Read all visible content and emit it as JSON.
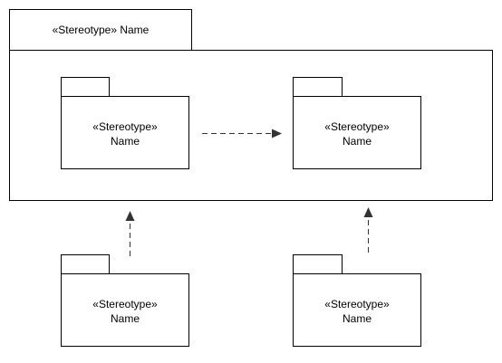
{
  "diagram": {
    "type": "UML package diagram",
    "colors": {
      "line": "#000000",
      "fill": "#ffffff",
      "arrow": "#333333"
    },
    "container": {
      "stereotype": "«Stereotype»",
      "name": "Name",
      "tab_label": "«Stereotype» Name"
    },
    "packages": [
      {
        "id": "inner-left",
        "stereotype": "«Stereotype»",
        "name": "Name"
      },
      {
        "id": "inner-right",
        "stereotype": "«Stereotype»",
        "name": "Name"
      },
      {
        "id": "bottom-left",
        "stereotype": "«Stereotype»",
        "name": "Name"
      },
      {
        "id": "bottom-right",
        "stereotype": "«Stereotype»",
        "name": "Name"
      }
    ],
    "dependencies": [
      {
        "from": "inner-left",
        "to": "inner-right",
        "style": "dashed",
        "head": "filled-triangle"
      },
      {
        "from": "bottom-left",
        "to": "container",
        "style": "dashed",
        "head": "filled-triangle"
      },
      {
        "from": "bottom-right",
        "to": "container",
        "style": "dashed",
        "head": "filled-triangle"
      }
    ]
  }
}
